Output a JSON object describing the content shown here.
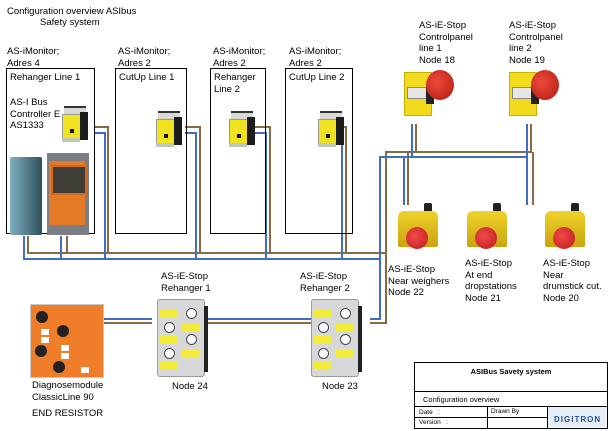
{
  "title": {
    "line1": "Configuration overview ASIbus",
    "line2": "Safety system"
  },
  "monitors": [
    {
      "header1": "AS-iMonitor;",
      "header2": "Adres 4",
      "name": "Rehanger Line 1",
      "sub": [
        "AS-I Bus",
        "Controller E",
        "AS1333"
      ]
    },
    {
      "header1": "AS-iMonitor;",
      "header2": "Adres 2",
      "name": "CutUp Line 1"
    },
    {
      "header1": "AS-iMonitor;",
      "header2": "Adres 2",
      "name": "Rehanger\nLine 2"
    },
    {
      "header1": "AS-iMonitor;",
      "header2": "Adres 2",
      "name": "CutUp Line 2"
    }
  ],
  "estops_top": [
    {
      "label": "AS-iE-Stop\nControlpanel\nline 1\nNode 18"
    },
    {
      "label": "AS-iE-Stop\nControlpanel\nline 2\nNode 19"
    }
  ],
  "estops_boxes": [
    {
      "label": "AS-iE-Stop\nNear weighers\nNode 22"
    },
    {
      "label": "AS-iE-Stop\nAt end\ndropstations\nNode 21"
    },
    {
      "label": "AS-iE-Stop\nNear\ndrumstick cut.\nNode 20"
    }
  ],
  "io_modules": [
    {
      "label": "AS-iE-Stop\nRehanger 1",
      "node": "Node 24"
    },
    {
      "label": "AS-iE-Stop\nRehanger 2",
      "node": "Node 23"
    }
  ],
  "diagnose": {
    "label": "Diagnosemodule\nClassicLine 90",
    "end": "END RESISTOR"
  },
  "title_block": {
    "title": "ASIBus Savety system",
    "subtitle": "Configuration overview",
    "date_label": "Date",
    "date_sep": ":",
    "drawn_by_label": "Drawn By",
    "version_label": "Version",
    "version_sep": ":",
    "logo": "DIGITRON"
  },
  "colors": {
    "wire_blue": "#3f6cc4",
    "wire_brown": "#8a6a45"
  }
}
